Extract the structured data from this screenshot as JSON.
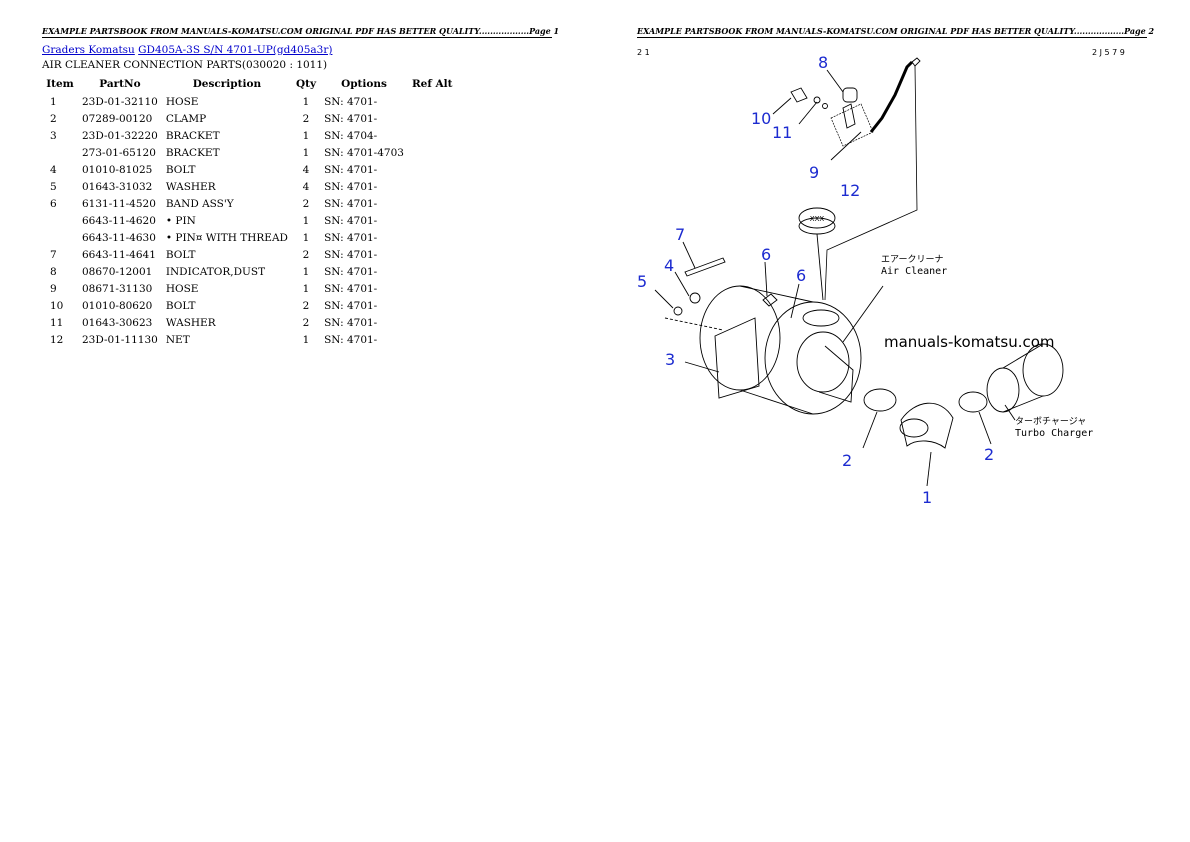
{
  "left_page": {
    "header": "EXAMPLE PARTSBOOK FROM MANUALS-KOMATSU.COM ORIGINAL PDF HAS BETTER QUALITY..................Page 1",
    "breadcrumb": {
      "link1": "Graders Komatsu",
      "link2": "GD405A-3S S/N 4701-UP(gd405a3r)"
    },
    "section_title": "AIR CLEANER CONNECTION PARTS(030020 : 1011)",
    "columns": [
      "Item",
      "PartNo",
      "Description",
      "Qty",
      "Options",
      "Ref Alt"
    ],
    "rows": [
      {
        "item": "1",
        "partno": "23D-01-32110",
        "desc": "HOSE",
        "qty": "1",
        "options": "SN: 4701-",
        "ref": ""
      },
      {
        "item": "2",
        "partno": "07289-00120",
        "desc": "CLAMP",
        "qty": "2",
        "options": "SN: 4701-",
        "ref": ""
      },
      {
        "item": "3",
        "partno": "23D-01-32220",
        "desc": "BRACKET",
        "qty": "1",
        "options": "SN: 4704-",
        "ref": ""
      },
      {
        "item": "",
        "partno": "273-01-65120",
        "desc": "BRACKET",
        "qty": "1",
        "options": "SN: 4701-4703",
        "ref": ""
      },
      {
        "item": "4",
        "partno": "01010-81025",
        "desc": "BOLT",
        "qty": "4",
        "options": "SN: 4701-",
        "ref": ""
      },
      {
        "item": "5",
        "partno": "01643-31032",
        "desc": "WASHER",
        "qty": "4",
        "options": "SN: 4701-",
        "ref": ""
      },
      {
        "item": "6",
        "partno": "6131-11-4520",
        "desc": "BAND ASS'Y",
        "qty": "2",
        "options": "SN: 4701-",
        "ref": ""
      },
      {
        "item": "",
        "partno": "6643-11-4620",
        "desc": "• PIN",
        "qty": "1",
        "options": "SN: 4701-",
        "ref": ""
      },
      {
        "item": "",
        "partno": "6643-11-4630",
        "desc": "• PIN¤ WITH THREAD",
        "qty": "1",
        "options": "SN: 4701-",
        "ref": ""
      },
      {
        "item": "7",
        "partno": "6643-11-4641",
        "desc": "BOLT",
        "qty": "2",
        "options": "SN: 4701-",
        "ref": ""
      },
      {
        "item": "8",
        "partno": "08670-12001",
        "desc": "INDICATOR,DUST",
        "qty": "1",
        "options": "SN: 4701-",
        "ref": ""
      },
      {
        "item": "9",
        "partno": "08671-31130",
        "desc": "HOSE",
        "qty": "1",
        "options": "SN: 4701-",
        "ref": ""
      },
      {
        "item": "10",
        "partno": "01010-80620",
        "desc": "BOLT",
        "qty": "2",
        "options": "SN: 4701-",
        "ref": ""
      },
      {
        "item": "11",
        "partno": "01643-30623",
        "desc": "WASHER",
        "qty": "2",
        "options": "SN: 4701-",
        "ref": ""
      },
      {
        "item": "12",
        "partno": "23D-01-11130",
        "desc": "NET",
        "qty": "1",
        "options": "SN: 4701-",
        "ref": ""
      }
    ]
  },
  "right_page": {
    "header": "EXAMPLE PARTSBOOK FROM MANUALS-KOMATSU.COM ORIGINAL PDF HAS BETTER QUALITY..................Page 2",
    "diagram": {
      "page_code_left": "2 1",
      "page_code_right": "2 J 5 7 9",
      "watermark": "manuals-komatsu.com",
      "air_cleaner_jp": "エアークリーナ",
      "air_cleaner_en": "Air Cleaner",
      "turbo_jp": "ターボチャージャ",
      "turbo_en": "Turbo Charger",
      "callouts": [
        "8",
        "10",
        "11",
        "9",
        "12",
        "7",
        "6",
        "6",
        "4",
        "5",
        "3",
        "2",
        "2",
        "1"
      ],
      "callout_color": "#1c2bd0",
      "net_marking": "XXX"
    }
  }
}
